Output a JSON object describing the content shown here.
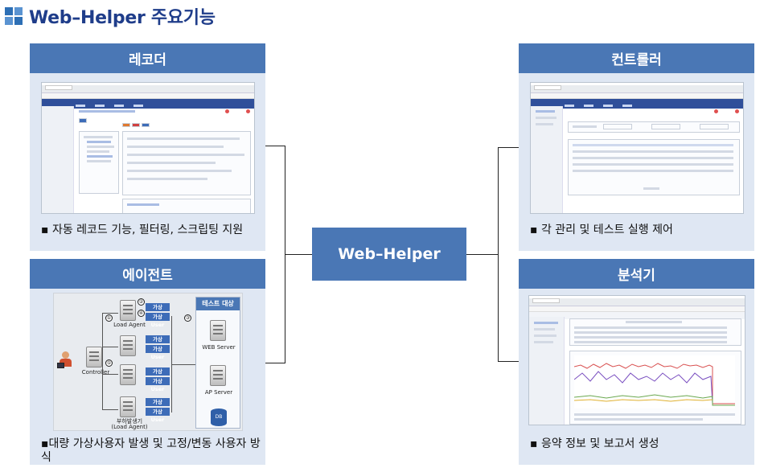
{
  "title": "Web–Helper  주요기능",
  "hub": {
    "label": "Web–Helper"
  },
  "panels": {
    "recorder": {
      "header": "레코더",
      "note": "▪ 자동 레코드 기능, 필터링, 스크립팅 지원"
    },
    "agent": {
      "header": "에이전트",
      "note": "▪대량 가상사용자 발생 및 고정/변동 사용자 방식"
    },
    "controller": {
      "header": "컨트롤러",
      "note": "▪ 각 관리 및 테스트 실행 제어"
    },
    "analyzer": {
      "header": "분석기",
      "note": "▪ 응약 정보 및 보고서 생성"
    }
  },
  "agent_diagram": {
    "target_title": "테스트 대상",
    "virtual_user": "가상 User",
    "load_agent": "Load Agent",
    "controller": "Controller",
    "web_server": "WEB Server",
    "ap_server": "AP Server",
    "db": "DB",
    "load_generator_line1": "부하발생기",
    "load_generator_line2": "(Load Agent)",
    "nums": [
      "①",
      "②",
      "③",
      "④",
      "⑤"
    ]
  },
  "colors": {
    "panel_header": "#4a77b5",
    "panel_bg": "#dfe7f3",
    "title": "#1f3d8a"
  }
}
